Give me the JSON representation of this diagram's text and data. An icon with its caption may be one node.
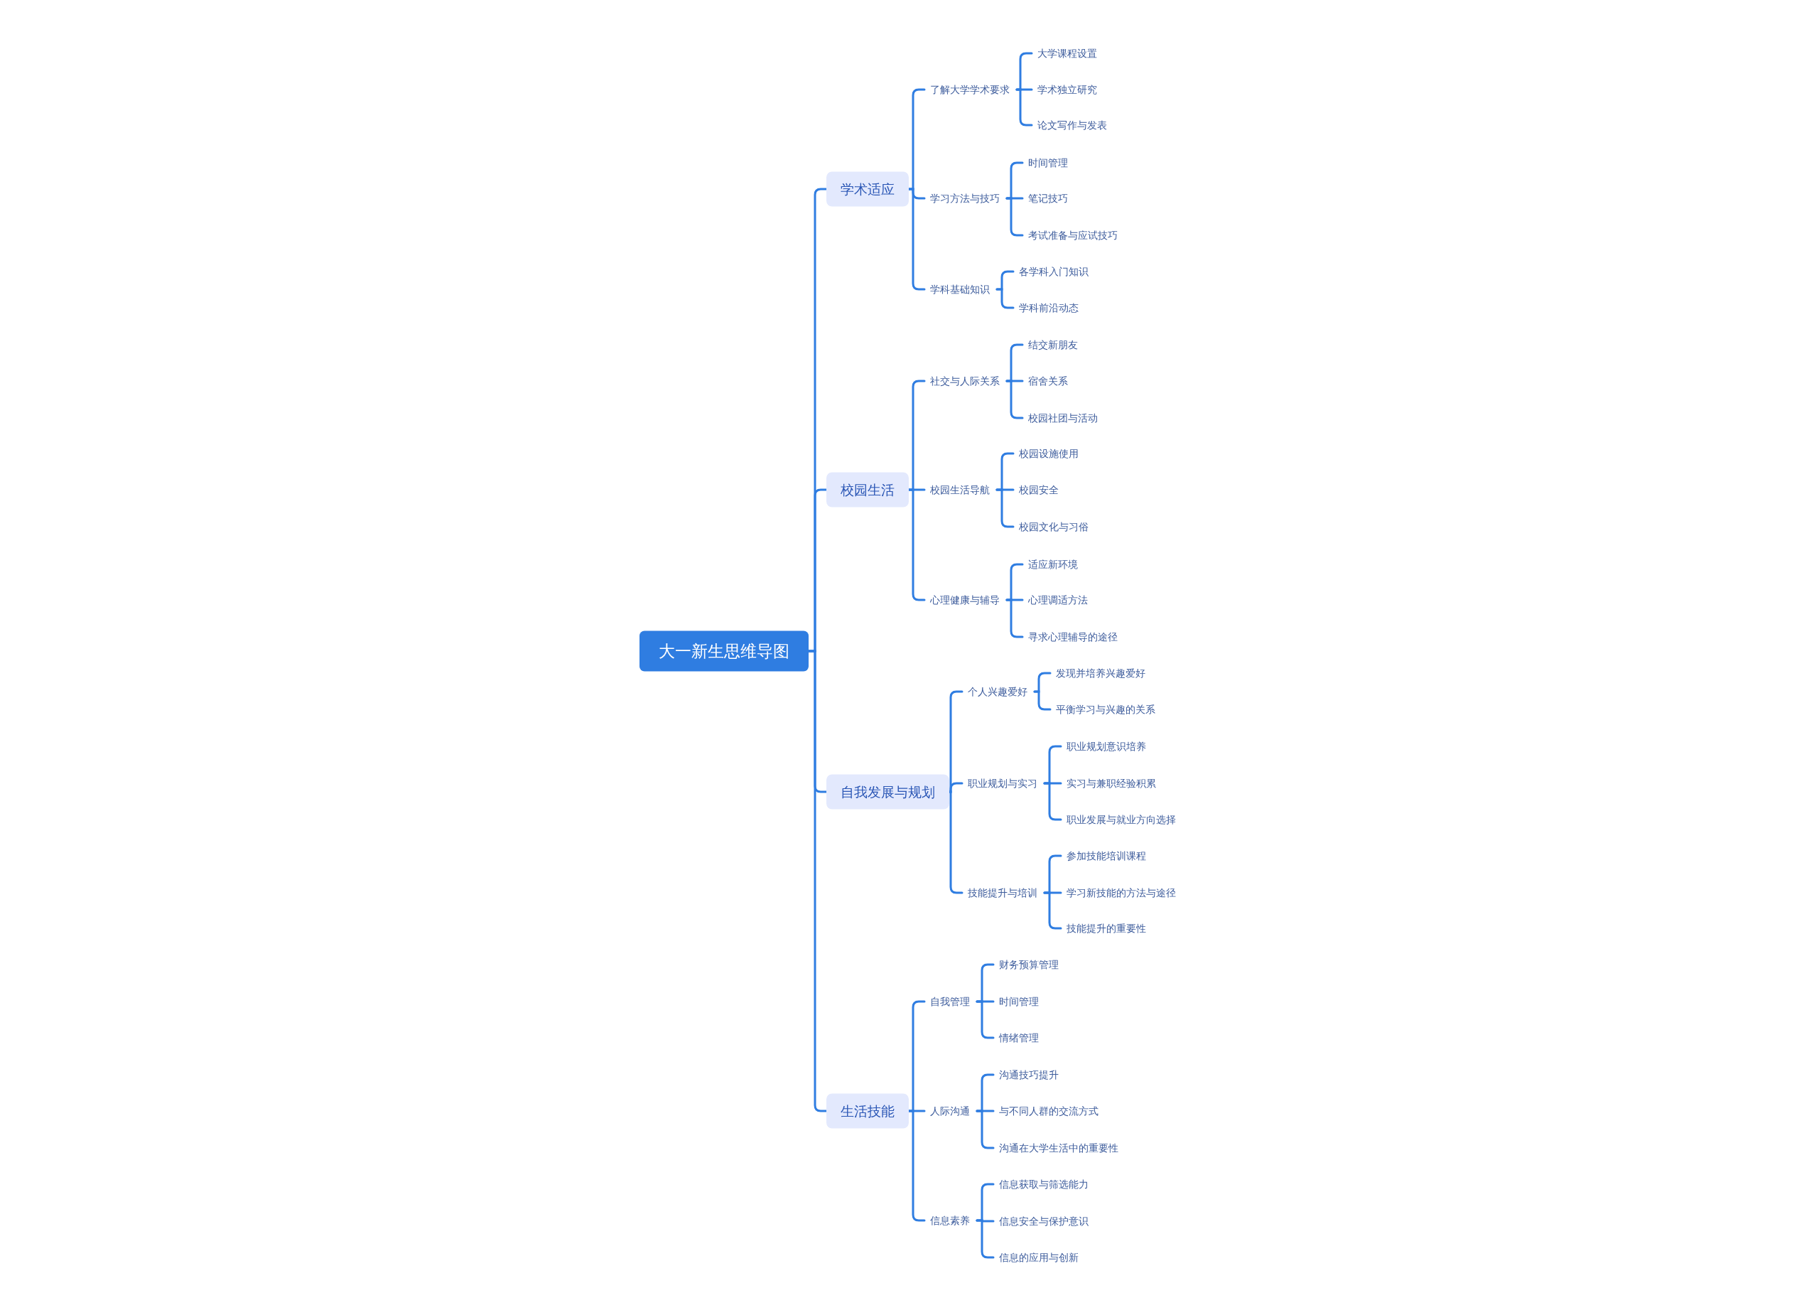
{
  "diagram": {
    "nodes": [
      {
        "text": [
          "大一新生思维导图"
        ]
      },
      {
        "text": [
          "学术适应"
        ]
      },
      {
        "text": [
          "了解大学学术要求"
        ]
      },
      {
        "text": [
          "大学课程设置"
        ]
      },
      {
        "text": [
          "学术独立研究"
        ]
      },
      {
        "text": [
          "论文写作与发表"
        ]
      },
      {
        "text": [
          "学习方法与技巧"
        ]
      },
      {
        "text": [
          "时间管理"
        ]
      },
      {
        "text": [
          "笔记技巧"
        ]
      },
      {
        "text": [
          "考试准备与应试技巧"
        ]
      },
      {
        "text": [
          "学科基础知识"
        ]
      },
      {
        "text": [
          "各学科入门知识"
        ]
      },
      {
        "text": [
          "学科前沿动态"
        ]
      },
      {
        "text": [
          "校园生活"
        ]
      },
      {
        "text": [
          "社交与人际关系"
        ]
      },
      {
        "text": [
          "结交新朋友"
        ]
      },
      {
        "text": [
          "宿舍关系"
        ]
      },
      {
        "text": [
          "校园社团与活动"
        ]
      },
      {
        "text": [
          "校园生活导航"
        ]
      },
      {
        "text": [
          "校园设施使用"
        ]
      },
      {
        "text": [
          "校园安全"
        ]
      },
      {
        "text": [
          "校园文化与习俗"
        ]
      },
      {
        "text": [
          "心理健康与辅导"
        ]
      },
      {
        "text": [
          "适应新环境"
        ]
      },
      {
        "text": [
          "心理调适方法"
        ]
      },
      {
        "text": [
          "寻求心理辅导的途径"
        ]
      },
      {
        "text": [
          "自我发展与规划"
        ]
      },
      {
        "text": [
          "个人兴趣爱好"
        ]
      },
      {
        "text": [
          "发现并培养兴趣爱好"
        ]
      },
      {
        "text": [
          "平衡学习与兴趣的关系"
        ]
      },
      {
        "text": [
          "职业规划与实习"
        ]
      },
      {
        "text": [
          "职业规划意识培养"
        ]
      },
      {
        "text": [
          "实习与兼职经验积累"
        ]
      },
      {
        "text": [
          "职业发展与就业方向选择"
        ]
      },
      {
        "text": [
          "技能提升与培训"
        ]
      },
      {
        "text": [
          "参加技能培训课程"
        ]
      },
      {
        "text": [
          "学习新技能的方法与途径"
        ]
      },
      {
        "text": [
          "技能提升的重要性"
        ]
      },
      {
        "text": [
          "生活技能"
        ]
      },
      {
        "text": [
          "自我管理"
        ]
      },
      {
        "text": [
          "财务预算管理"
        ]
      },
      {
        "text": [
          "时间管理"
        ]
      },
      {
        "text": [
          "情绪管理"
        ]
      },
      {
        "text": [
          "人际沟通"
        ]
      },
      {
        "text": [
          "沟通技巧提升"
        ]
      },
      {
        "text": [
          "与不同人群的交流方式"
        ]
      },
      {
        "text": [
          "沟通在大学生活中的重要性"
        ]
      },
      {
        "text": [
          "信息素养"
        ]
      },
      {
        "text": [
          "信息获取与筛选能力"
        ]
      },
      {
        "text": [
          "信息安全与保护意识"
        ]
      },
      {
        "text": [
          "信息的应用与创新"
        ]
      }
    ],
    "edges": [
      {
        "from": 0,
        "to": 1,
        "arrow": "none"
      },
      {
        "from": 0,
        "to": 13,
        "arrow": "none"
      },
      {
        "from": 0,
        "to": 26,
        "arrow": "none"
      },
      {
        "from": 0,
        "to": 38,
        "arrow": "none"
      },
      {
        "from": 1,
        "to": 2,
        "arrow": "none"
      },
      {
        "from": 1,
        "to": 6,
        "arrow": "none"
      },
      {
        "from": 1,
        "to": 10,
        "arrow": "none"
      },
      {
        "from": 2,
        "to": 3,
        "arrow": "none"
      },
      {
        "from": 2,
        "to": 4,
        "arrow": "none"
      },
      {
        "from": 2,
        "to": 5,
        "arrow": "none"
      },
      {
        "from": 6,
        "to": 7,
        "arrow": "none"
      },
      {
        "from": 6,
        "to": 8,
        "arrow": "none"
      },
      {
        "from": 6,
        "to": 9,
        "arrow": "none"
      },
      {
        "from": 10,
        "to": 11,
        "arrow": "none"
      },
      {
        "from": 10,
        "to": 12,
        "arrow": "none"
      },
      {
        "from": 13,
        "to": 14,
        "arrow": "none"
      },
      {
        "from": 13,
        "to": 18,
        "arrow": "none"
      },
      {
        "from": 13,
        "to": 22,
        "arrow": "none"
      },
      {
        "from": 14,
        "to": 15,
        "arrow": "none"
      },
      {
        "from": 14,
        "to": 16,
        "arrow": "none"
      },
      {
        "from": 14,
        "to": 17,
        "arrow": "none"
      },
      {
        "from": 18,
        "to": 19,
        "arrow": "none"
      },
      {
        "from": 18,
        "to": 20,
        "arrow": "none"
      },
      {
        "from": 18,
        "to": 21,
        "arrow": "none"
      },
      {
        "from": 22,
        "to": 23,
        "arrow": "none"
      },
      {
        "from": 22,
        "to": 24,
        "arrow": "none"
      },
      {
        "from": 22,
        "to": 25,
        "arrow": "none"
      },
      {
        "from": 26,
        "to": 27,
        "arrow": "none"
      },
      {
        "from": 26,
        "to": 30,
        "arrow": "none"
      },
      {
        "from": 26,
        "to": 34,
        "arrow": "none"
      },
      {
        "from": 27,
        "to": 28,
        "arrow": "none"
      },
      {
        "from": 27,
        "to": 29,
        "arrow": "none"
      },
      {
        "from": 30,
        "to": 31,
        "arrow": "none"
      },
      {
        "from": 30,
        "to": 32,
        "arrow": "none"
      },
      {
        "from": 30,
        "to": 33,
        "arrow": "none"
      },
      {
        "from": 34,
        "to": 35,
        "arrow": "none"
      },
      {
        "from": 34,
        "to": 36,
        "arrow": "none"
      },
      {
        "from": 34,
        "to": 37,
        "arrow": "none"
      },
      {
        "from": 38,
        "to": 39,
        "arrow": "none"
      },
      {
        "from": 38,
        "to": 43,
        "arrow": "none"
      },
      {
        "from": 38,
        "to": 47,
        "arrow": "none"
      },
      {
        "from": 39,
        "to": 40,
        "arrow": "none"
      },
      {
        "from": 39,
        "to": 41,
        "arrow": "none"
      },
      {
        "from": 39,
        "to": 42,
        "arrow": "none"
      },
      {
        "from": 43,
        "to": 44,
        "arrow": "none"
      },
      {
        "from": 43,
        "to": 45,
        "arrow": "none"
      },
      {
        "from": 43,
        "to": 46,
        "arrow": "none"
      },
      {
        "from": 47,
        "to": 48,
        "arrow": "none"
      },
      {
        "from": 47,
        "to": 49,
        "arrow": "none"
      },
      {
        "from": 47,
        "to": 50,
        "arrow": "none"
      }
    ]
  }
}
